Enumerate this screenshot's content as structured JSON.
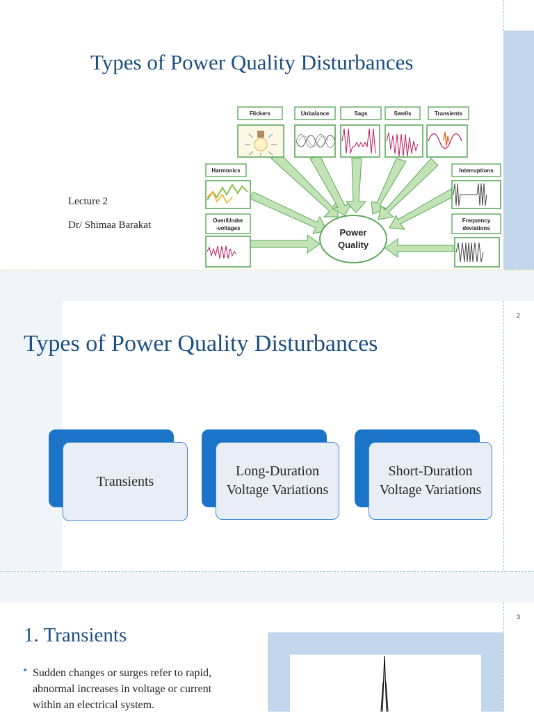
{
  "slide1": {
    "title": "Types of Power Quality Disturbances",
    "lecture": "Lecture 2",
    "author": "Dr/ Shimaa Barakat",
    "diagram": {
      "center_line1": "Power",
      "center_line2": "Quality",
      "labels": {
        "flickers": "Flickers",
        "unbalance": "Unbalance",
        "sags": "Sags",
        "swells": "Swells",
        "transients": "Transients",
        "harmonics": "Harmonics",
        "over_under_1": "Over/Under",
        "over_under_2": "-voltages",
        "interruptions": "Interruptions",
        "freq_1": "Frequency",
        "freq_2": "deviations"
      }
    }
  },
  "slide2": {
    "page_number": "2",
    "title": "Types of Power Quality Disturbances",
    "cards": [
      {
        "text": "Transients"
      },
      {
        "text": "Long-Duration Voltage Variations"
      },
      {
        "text": "Short-Duration Voltage Variations"
      }
    ]
  },
  "slide3": {
    "page_number": "3",
    "title": "1. Transients",
    "bullet_line1": "Sudden changes or surges refer to rapid,",
    "bullet_line2": "abnormal increases in voltage or current",
    "bullet_line3": "within an electrical system."
  },
  "colors": {
    "title": "#1b4e82",
    "card_back": "#1c74c9",
    "card_front": "#e9eef6",
    "side_bar": "#c2d6ec",
    "arrow": "#c3e3b7",
    "box_stroke": "#5aaa5a"
  }
}
